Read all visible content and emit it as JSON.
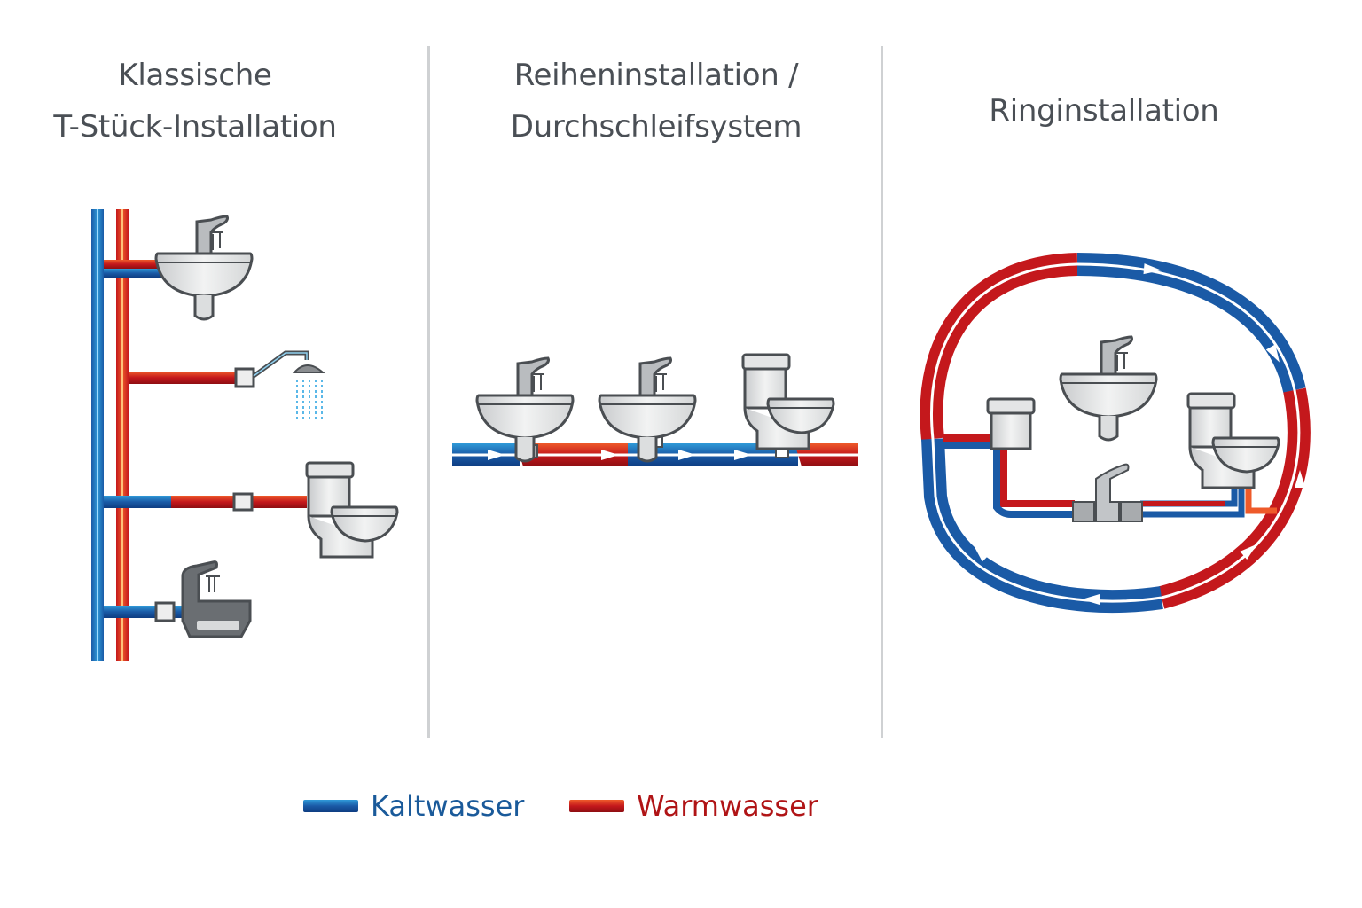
{
  "colors": {
    "cold": "#1a5aa6",
    "cold_light": "#2f9ad8",
    "hot": "#c4181c",
    "hot_light": "#ee5a2a",
    "title": "#4a4f55",
    "fixture_outline": "#4a4e52",
    "fixture_fill": "#e8e9ea",
    "legend_cold_text": "#1a5a9a",
    "legend_hot_text": "#b01416"
  },
  "panels": [
    {
      "id": "t-piece",
      "title_lines": [
        "Klassische",
        "T-Stück-Installation"
      ],
      "fixtures": [
        "washbasin",
        "shower",
        "toilet",
        "wall-sink"
      ]
    },
    {
      "id": "series",
      "title_lines": [
        "Reiheninstallation /",
        "Durchschleifsystem"
      ],
      "fixtures": [
        "washbasin",
        "washbasin",
        "toilet"
      ]
    },
    {
      "id": "ring",
      "title_lines": [
        "Ringinstallation"
      ],
      "fixtures": [
        "toilet-cistern",
        "washbasin",
        "toilet",
        "faucet"
      ]
    }
  ],
  "legend": [
    {
      "label": "Kaltwasser",
      "type": "cold"
    },
    {
      "label": "Warmwasser",
      "type": "hot"
    }
  ]
}
